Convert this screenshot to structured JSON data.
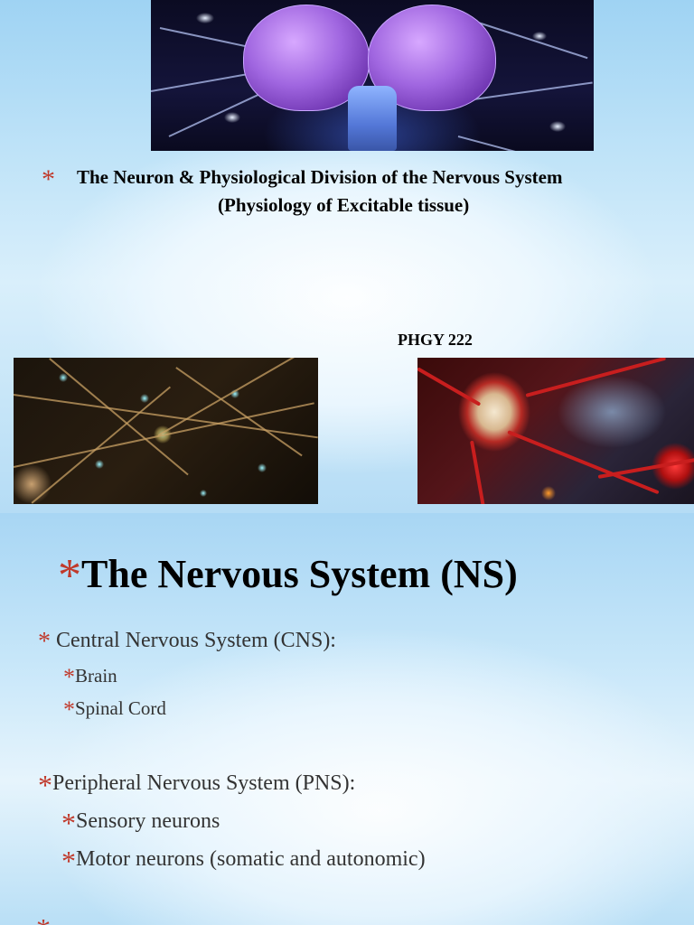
{
  "slide1": {
    "title_line1": "The Neuron & Physiological Division of the Nervous System",
    "title_line2": "(Physiology of Excitable tissue)",
    "course_code": "PHGY 222",
    "bullet": "*",
    "images": {
      "top": "brain-illustration",
      "left": "neuron-network-illustration",
      "right": "neuron-blood-vessel-illustration"
    },
    "colors": {
      "bullet": "#c0392b",
      "background": "#cfe8f7"
    }
  },
  "slide2": {
    "heading": "The Nervous System (NS)",
    "bullet": "*",
    "cns": {
      "label": "Central Nervous System (CNS):",
      "items": [
        "Brain",
        "Spinal Cord"
      ]
    },
    "pns": {
      "label": "Peripheral Nervous System (PNS):",
      "items": [
        "Sensory neurons",
        "Motor neurons (somatic and autonomic)"
      ]
    }
  }
}
